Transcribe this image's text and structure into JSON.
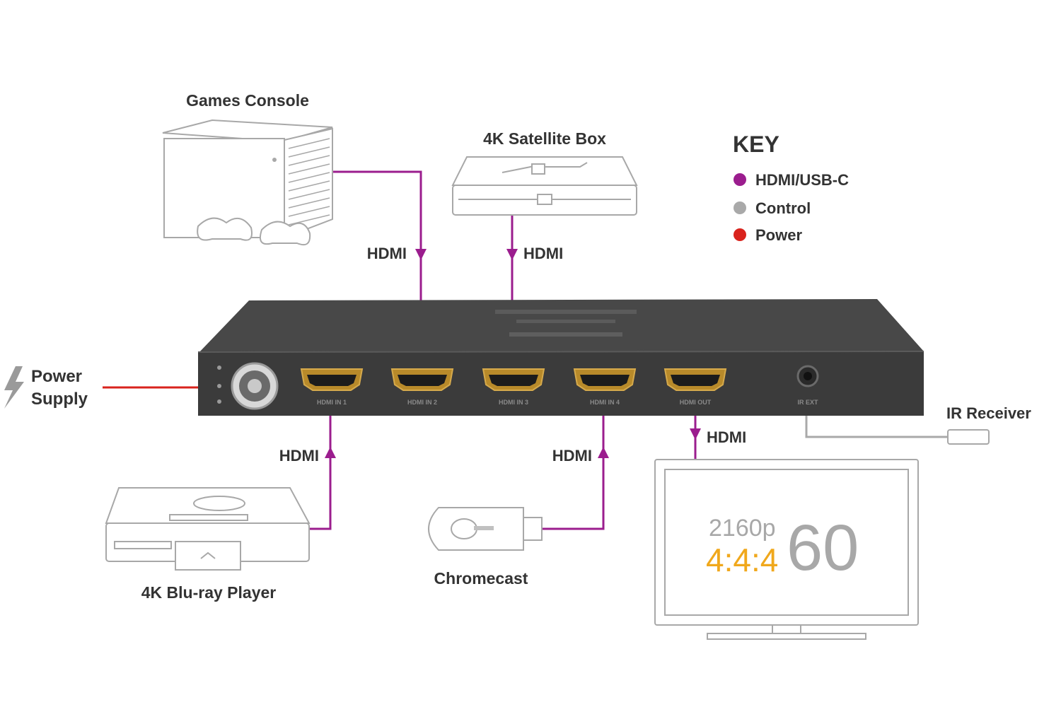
{
  "devices": {
    "games_console": "Games Console",
    "satellite_box": "4K Satellite Box",
    "bluray_player": "4K Blu-ray Player",
    "chromecast": "Chromecast",
    "power_supply_line1": "Power",
    "power_supply_line2": "Supply",
    "ir_receiver": "IR Receiver"
  },
  "connections": {
    "console": "HDMI",
    "satellite": "HDMI",
    "bluray": "HDMI",
    "chromecast": "HDMI",
    "output": "HDMI"
  },
  "key": {
    "title": "KEY",
    "items": [
      {
        "label": "HDMI/USB-C",
        "color": "#9b1d8e"
      },
      {
        "label": "Control",
        "color": "#a9a9a9"
      },
      {
        "label": "Power",
        "color": "#d9231d"
      }
    ]
  },
  "switch_ports": {
    "in1": "HDMI IN 1",
    "in2": "HDMI IN 2",
    "in3": "HDMI IN 3",
    "in4": "HDMI IN 4",
    "out": "HDMI OUT",
    "ir": "IR EXT"
  },
  "tv_display": {
    "resolution": "2160p",
    "chroma": "4:4:4",
    "framerate": "60"
  },
  "colors": {
    "hdmi": "#9b1d8e",
    "control": "#a9a9a9",
    "power": "#d9231d",
    "chroma_text": "#f0a81c",
    "switch_body": "#3b3b3b"
  }
}
